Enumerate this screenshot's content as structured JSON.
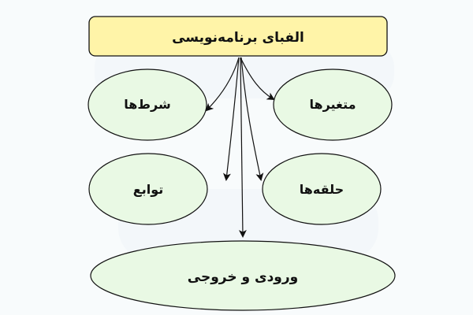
{
  "diagram": {
    "root": {
      "label": "الفبای برنامه‌نویسی",
      "fill": "#fff4a8",
      "stroke": "#111111"
    },
    "node_style": {
      "fill": "#e9f9e4",
      "stroke": "#111111"
    },
    "children": [
      {
        "id": "conditions",
        "label": "شرط‌ها"
      },
      {
        "id": "variables",
        "label": "متغیرها"
      },
      {
        "id": "functions",
        "label": "توابع"
      },
      {
        "id": "loops",
        "label": "حلقه‌ها"
      },
      {
        "id": "io",
        "label": "ورودی و خروجی"
      }
    ],
    "edge_color": "#111111"
  }
}
